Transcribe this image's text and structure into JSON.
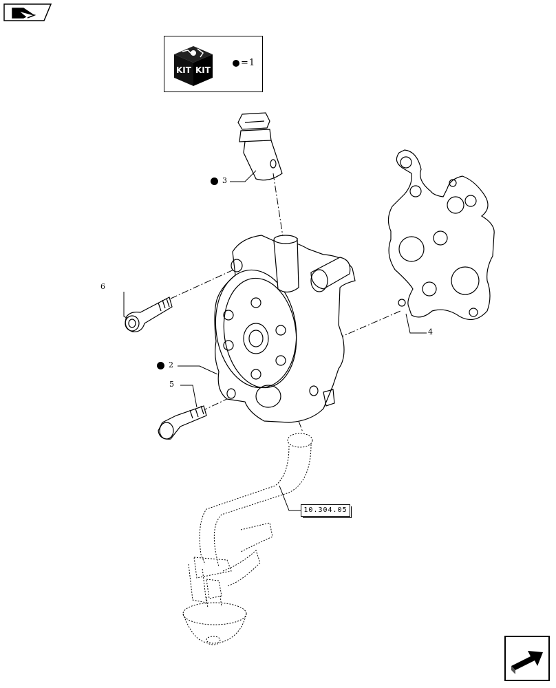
{
  "navigation": {
    "prev_icon": "back-arrow-icon",
    "next_icon": "forward-arrow-icon"
  },
  "kit": {
    "box_labels": [
      "KIT",
      "KIT"
    ],
    "legend_symbol": "●",
    "legend_text": "=1"
  },
  "callouts": {
    "item_3": "3",
    "item_6": "6",
    "item_2": "2",
    "item_5": "5",
    "item_4": "4"
  },
  "reference": {
    "label": "10.304.05"
  }
}
